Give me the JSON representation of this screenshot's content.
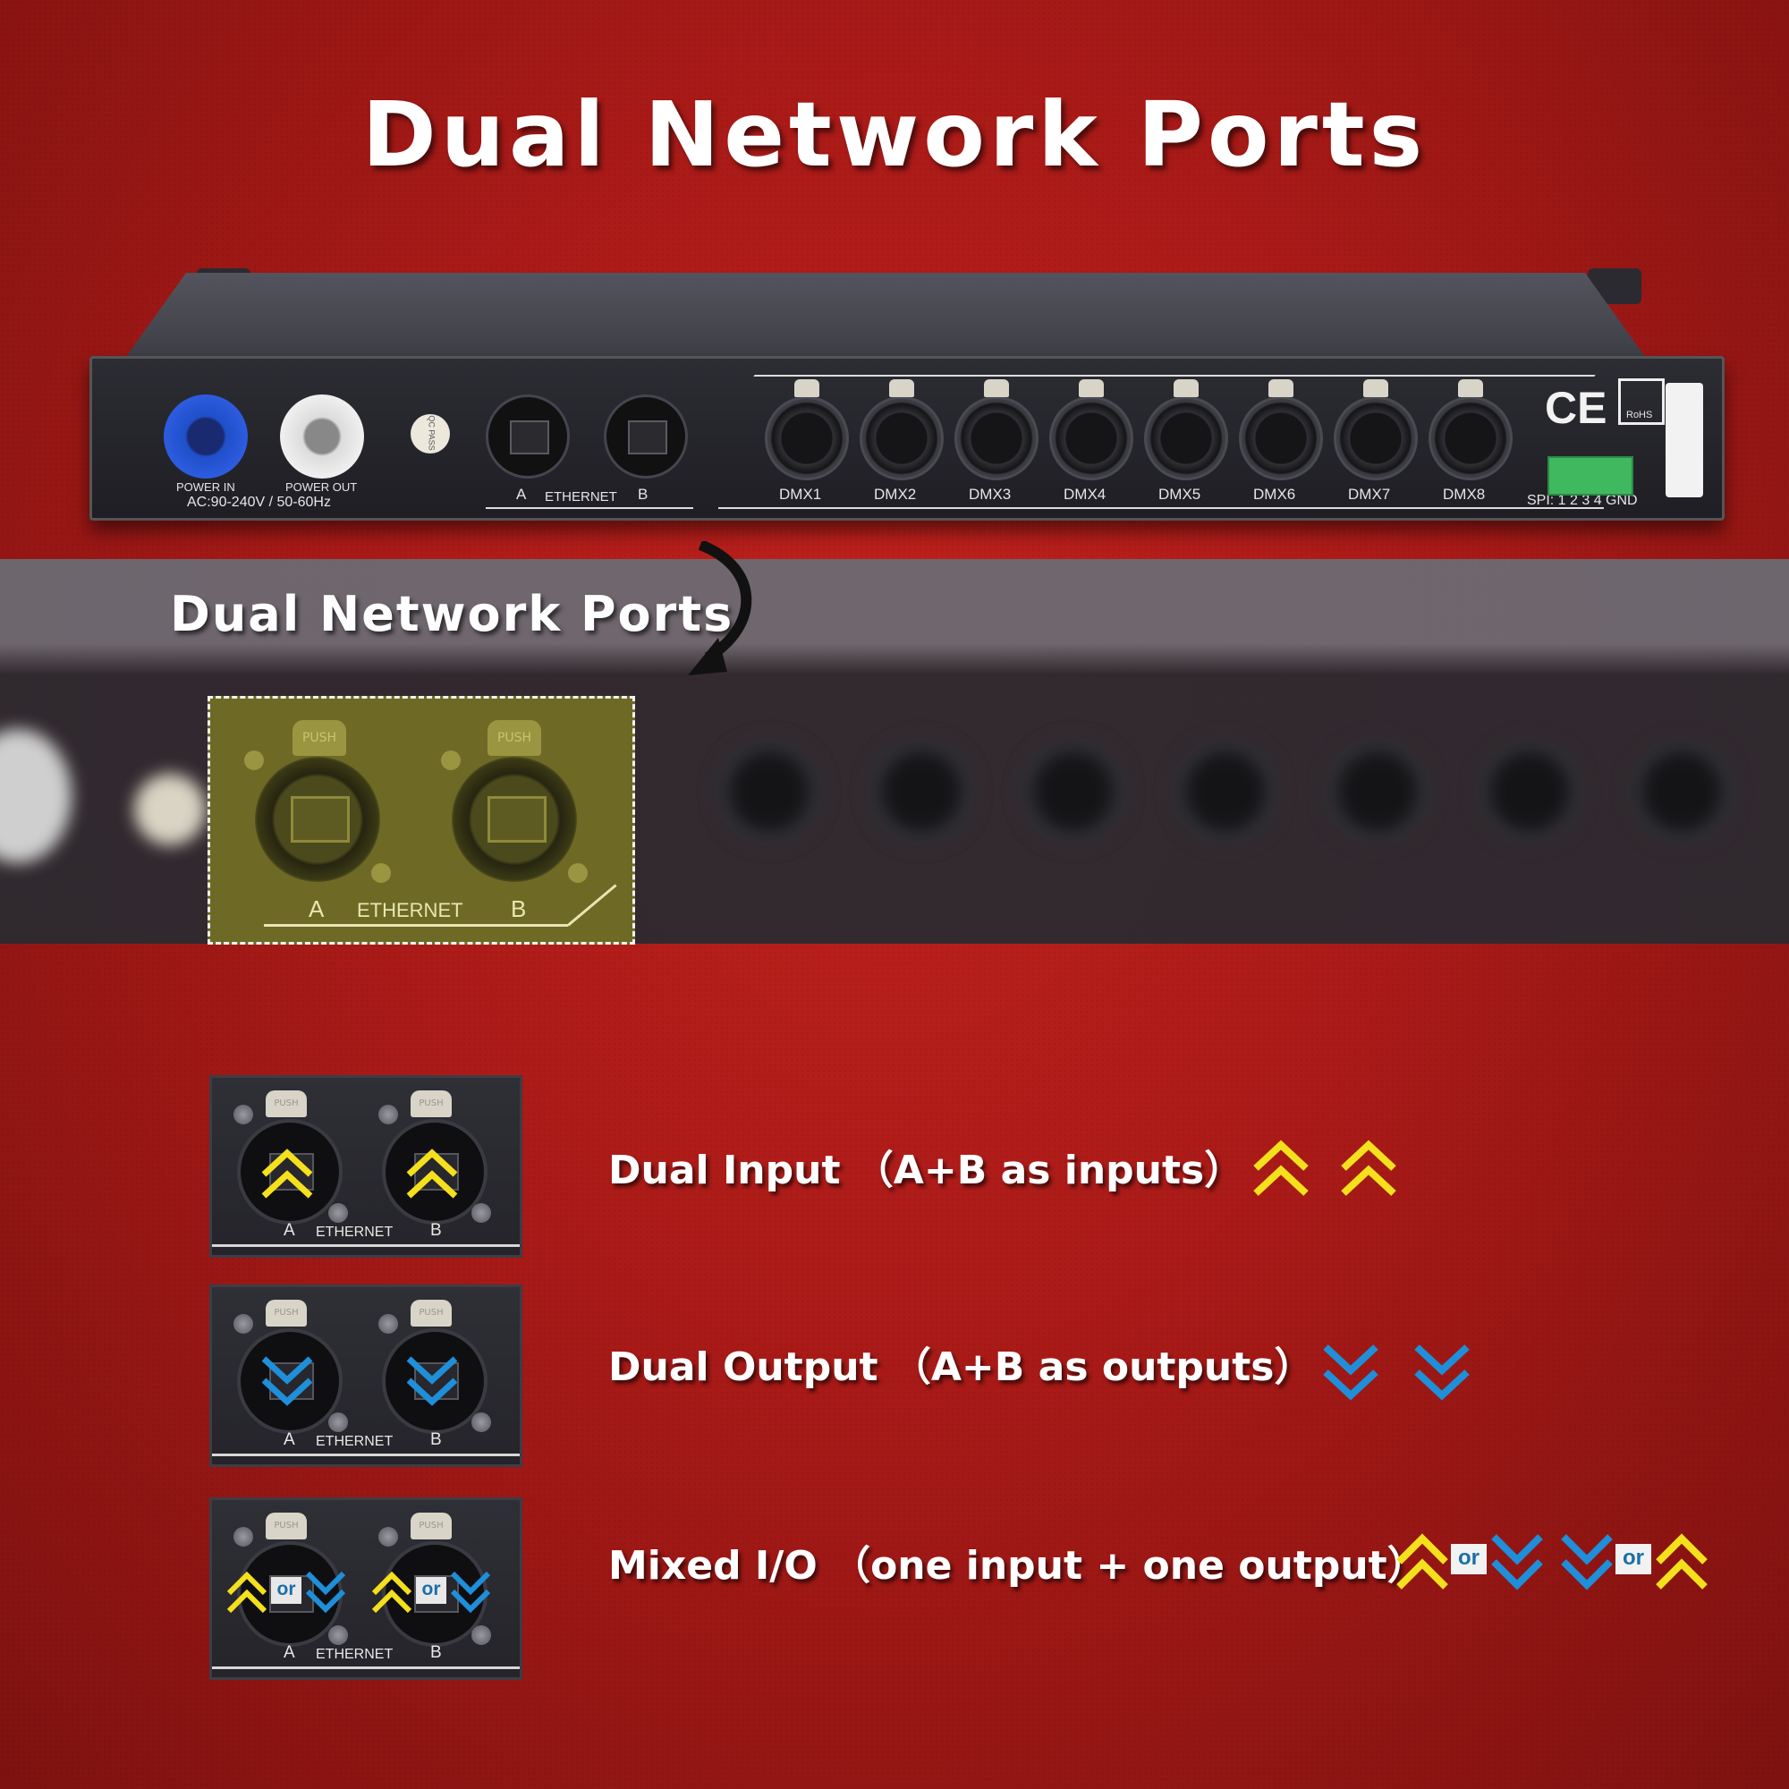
{
  "headline": "Dual Network Ports",
  "sub_headline": "Dual Network Ports",
  "device": {
    "power_in": "POWER IN",
    "power_out": "POWER OUT",
    "ac_rating": "AC:90-240V / 50-60Hz",
    "qc_pass": "QC PASS",
    "port_a": "A",
    "ethernet": "ETHERNET",
    "port_b": "B",
    "push": "PUSH",
    "dmx_labels": [
      "DMX1",
      "DMX2",
      "DMX3",
      "DMX4",
      "DMX5",
      "DMX6",
      "DMX7",
      "DMX8"
    ],
    "ce_mark": "CE",
    "rohs": "RoHS",
    "spi_label": "SPI: 1 2 3 4 GND",
    "colors": {
      "power_in": "#1f4fc8",
      "power_out": "#dcdcdc",
      "terminal": "#3fb860"
    }
  },
  "zoom": {
    "push": "PUSH",
    "port_a": "A",
    "ethernet": "ETHERNET",
    "port_b": "B"
  },
  "modes": [
    {
      "text": "Dual Input （A+B as inputs）",
      "arrows": "up",
      "color": "#f4e01c"
    },
    {
      "text": "Dual Output （A+B as outputs）",
      "arrows": "down",
      "color": "#1e8fd8"
    },
    {
      "text": "Mixed I/O （one input + one output）",
      "arrows": "mixed"
    }
  ],
  "panel": {
    "push": "PUSH",
    "port_a": "A",
    "ethernet": "ETHERNET",
    "port_b": "B",
    "or": "or"
  },
  "icons": [
    "curved-arrow-icon",
    "chevron-up-double-icon",
    "chevron-down-double-icon"
  ]
}
